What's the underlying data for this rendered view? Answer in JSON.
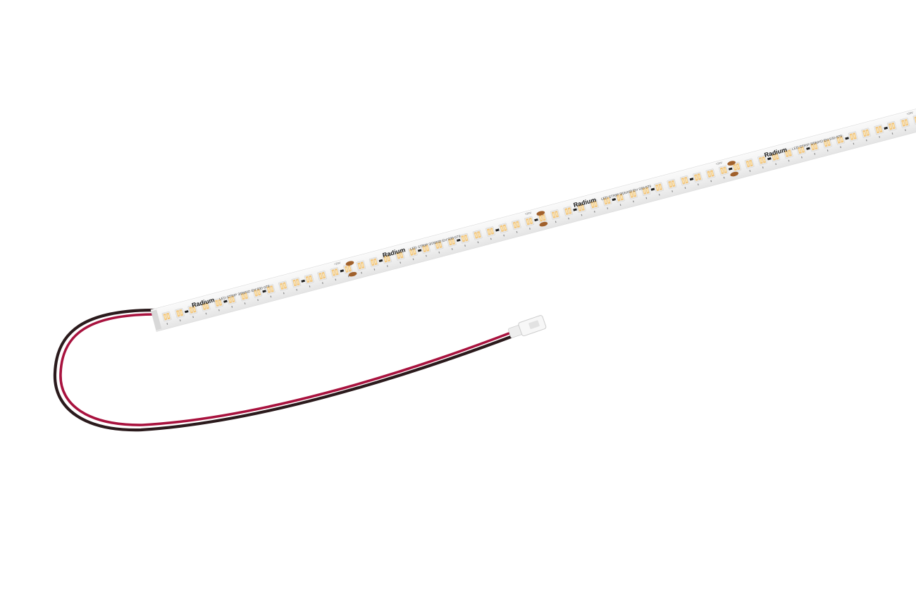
{
  "product": {
    "brand": "Radium",
    "strip_code": "LED STRIP 3/06/HD EH 930-979",
    "voltage_mark": "+24V"
  },
  "colors": {
    "background": "#ffffff",
    "strip": "#f4f4f4",
    "led_warm": "#f3c57a",
    "led_core": "#fbe4b3",
    "pad": "#a0602b",
    "wire_red": "#a8123e",
    "wire_black": "#2b1a1c",
    "connector": "#f7f7f7"
  }
}
